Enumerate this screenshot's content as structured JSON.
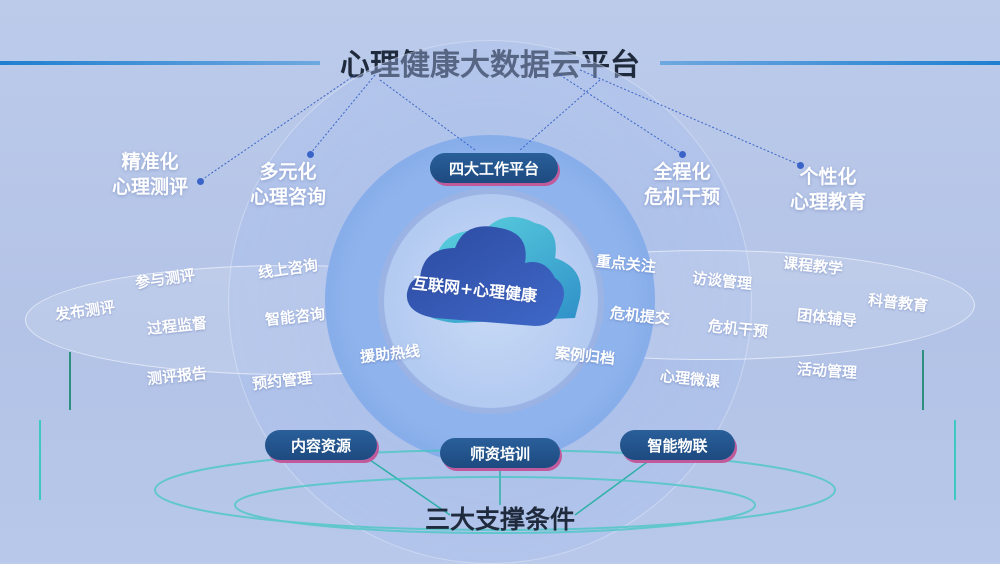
{
  "title": "心理健康大数据云平台",
  "center": "互联网+心理健康",
  "platform_pill": "四大工作平台",
  "bottom_title": "三大支撑条件",
  "support": [
    "内容资源",
    "师资培训",
    "智能物联"
  ],
  "pillars": [
    {
      "line1": "精准化",
      "line2": "心理测评"
    },
    {
      "line1": "多元化",
      "line2": "心理咨询"
    },
    {
      "line1": "全程化",
      "line2": "危机干预"
    },
    {
      "line1": "个性化",
      "line2": "心理教育"
    }
  ],
  "items": {
    "assessment": [
      "发布测评",
      "参与测评",
      "过程监督",
      "测评报告"
    ],
    "consult": [
      "线上咨询",
      "智能咨询",
      "预约管理",
      "援助热线"
    ],
    "crisis": [
      "重点关注",
      "危机提交",
      "案例归档",
      "访谈管理",
      "危机干预",
      "心理微课"
    ],
    "education": [
      "课程教学",
      "科普教育",
      "团体辅导",
      "活动管理"
    ]
  },
  "colors": {
    "accent": "#1e7fd0",
    "pill": "#1d4a80",
    "title": "#1f2a3d"
  }
}
